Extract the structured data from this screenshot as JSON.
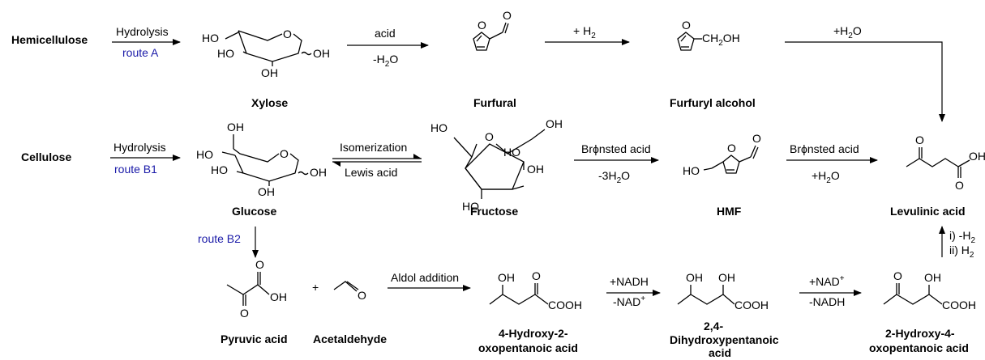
{
  "sources": {
    "hemicellulose": "Hemicellulose",
    "cellulose": "Cellulose"
  },
  "routes": {
    "a": "route A",
    "b1": "route B1",
    "b2": "route B2"
  },
  "arrow_labels": {
    "hydrolysis_a": "Hydrolysis",
    "hydrolysis_b1": "Hydrolysis",
    "acid": "acid",
    "minus_h2o": "-H",
    "plus_h": "+ H",
    "plus_h2o_top": "+H",
    "isomerization": "Isomerization",
    "lewis_acid": "Lewis acid",
    "bronsted_1": "Brϕnsted acid",
    "minus_3h2o": "-3H",
    "bronsted_2": "Brϕnsted acid",
    "plus_h2o_2": "+H",
    "aldol": "Aldol addition",
    "plus_nadh": "+NADH",
    "minus_nad": "-NAD",
    "plus_nad": "+NAD",
    "minus_nadh": "-NADH",
    "step_i": "i) -H",
    "step_ii": "ii) H"
  },
  "atoms": {
    "ho": "HO",
    "oh": "OH",
    "o": "O",
    "ch2oh": "CH",
    "cooh": "COOH",
    "plus": "+",
    "two": "2",
    "plus_sup": "+"
  },
  "compounds": {
    "xylose": "Xylose",
    "furfural": "Furfural",
    "furfuryl_alcohol": "Furfuryl alcohol",
    "glucose": "Glucose",
    "fructose": "Fructose",
    "hmf": "HMF",
    "levulinic_acid": "Levulinic acid",
    "pyruvic_acid": "Pyruvic acid",
    "acetaldehyde": "Acetaldehyde",
    "hydroxy_oxo_1": "4-Hydroxy-2-",
    "hydroxy_oxo_2": "oxopentanoic acid",
    "dihydroxy_1": "2,4-",
    "dihydroxy_2": "Dihydroxypentanoic",
    "dihydroxy_3": "acid",
    "hydroxy_oxo4_1": "2-Hydroxy-4-",
    "hydroxy_oxo4_2": "oxopentanoic acid"
  }
}
